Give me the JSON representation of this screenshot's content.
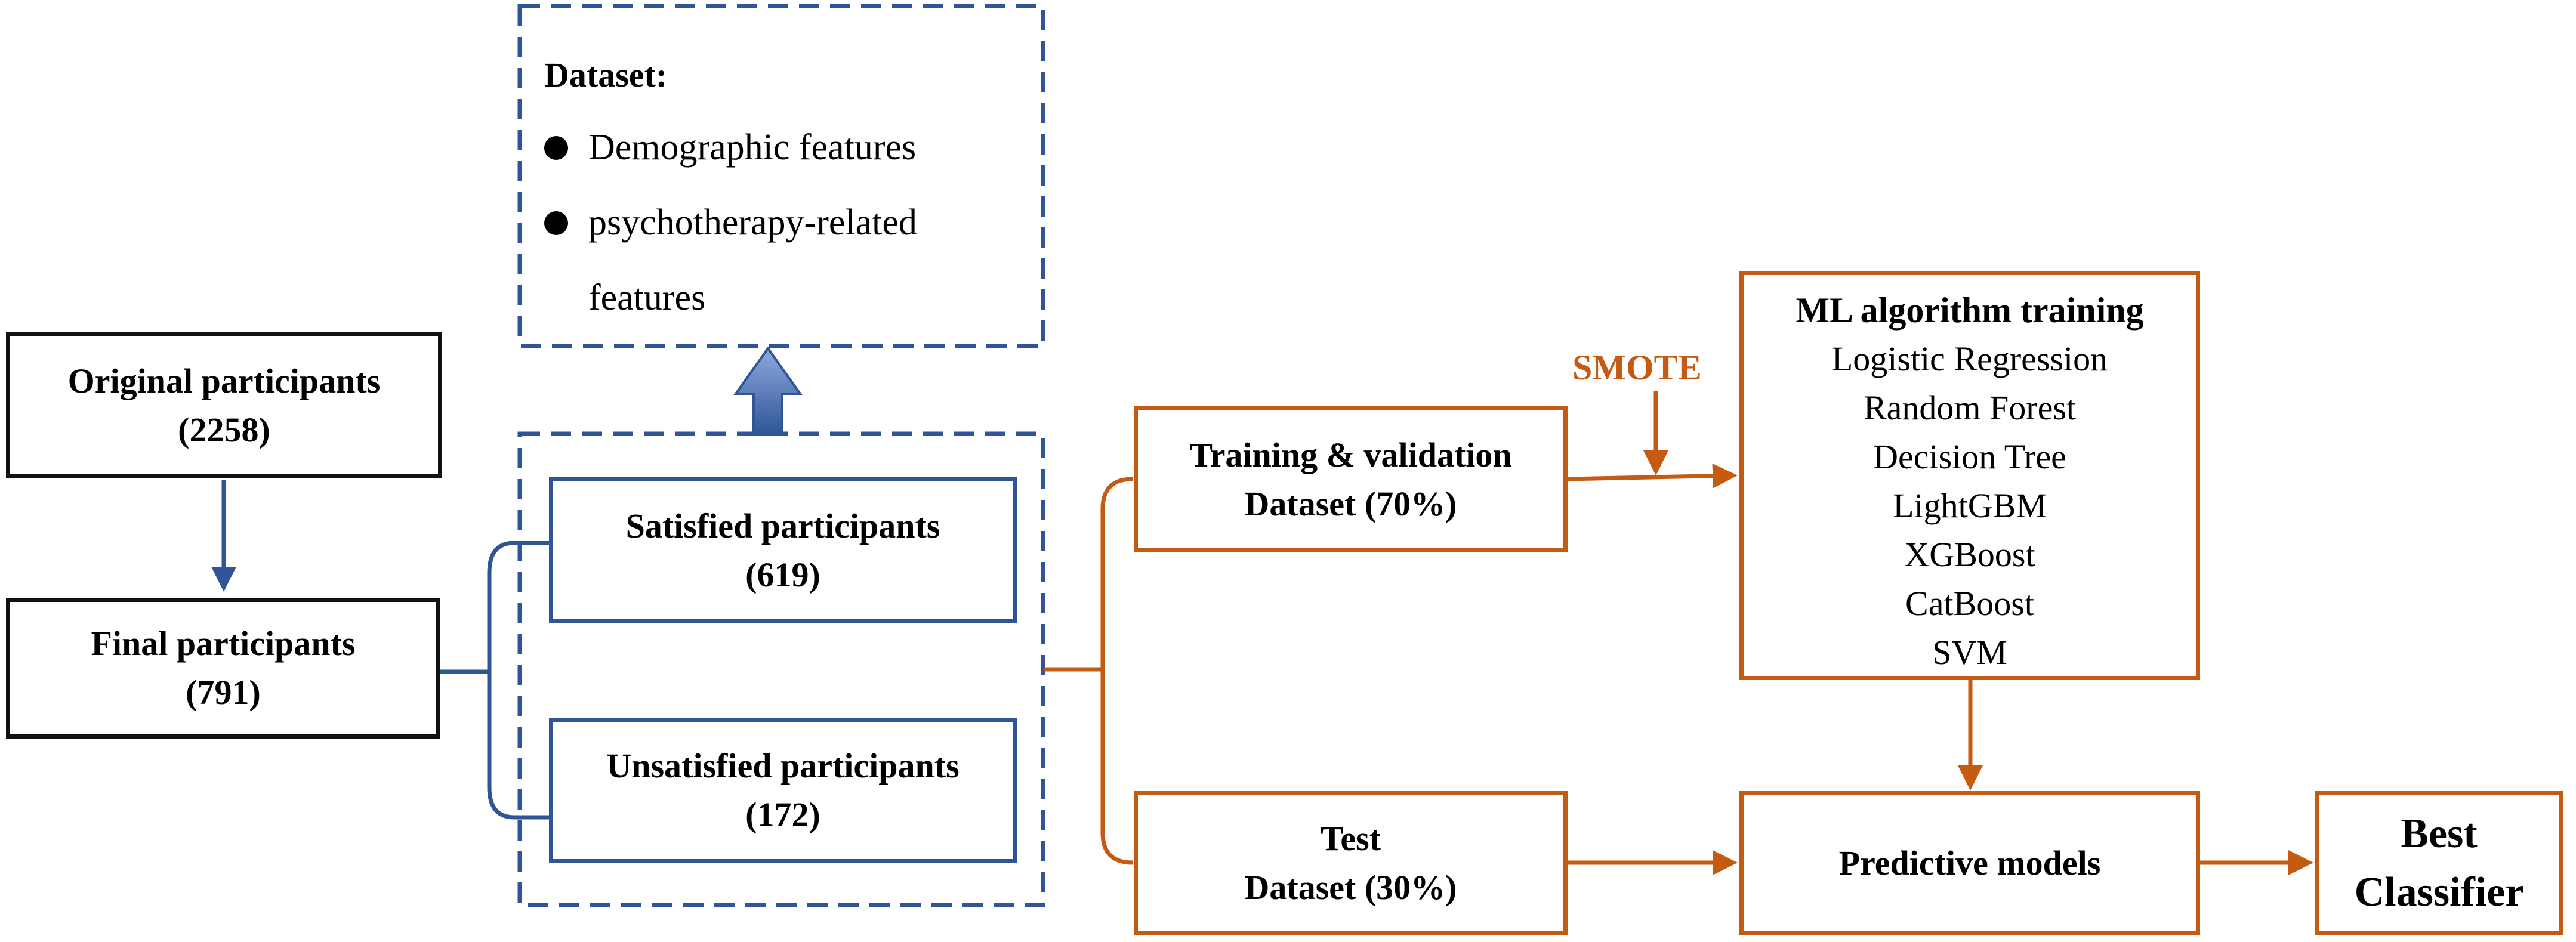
{
  "original": {
    "title": "Original participants",
    "count": "(2258)"
  },
  "final": {
    "title": "Final participants",
    "count": "(791)"
  },
  "satisfied": {
    "title": "Satisfied participants",
    "count": "(619)"
  },
  "unsatisfied": {
    "title": "Unsatisfied participants",
    "count": "(172)"
  },
  "dataset": {
    "title": "Dataset:",
    "features": [
      "Demographic features",
      "psychotherapy-related",
      "features"
    ]
  },
  "training": {
    "line1": "Training & validation",
    "line2": "Dataset (70%)"
  },
  "test": {
    "line1": "Test",
    "line2": "Dataset (30%)"
  },
  "smote": "SMOTE",
  "ml": {
    "title": "ML algorithm training",
    "algorithms": [
      "Logistic Regression",
      "Random Forest",
      "Decision Tree",
      "LightGBM",
      "XGBoost",
      "CatBoost",
      "SVM"
    ]
  },
  "predictive": "Predictive models",
  "best": {
    "line1": "Best",
    "line2": "Classifier"
  },
  "colors": {
    "black": "#111111",
    "blue": "#2f5597",
    "orange": "#c55a11",
    "arrow_fill": "#4472c4"
  }
}
